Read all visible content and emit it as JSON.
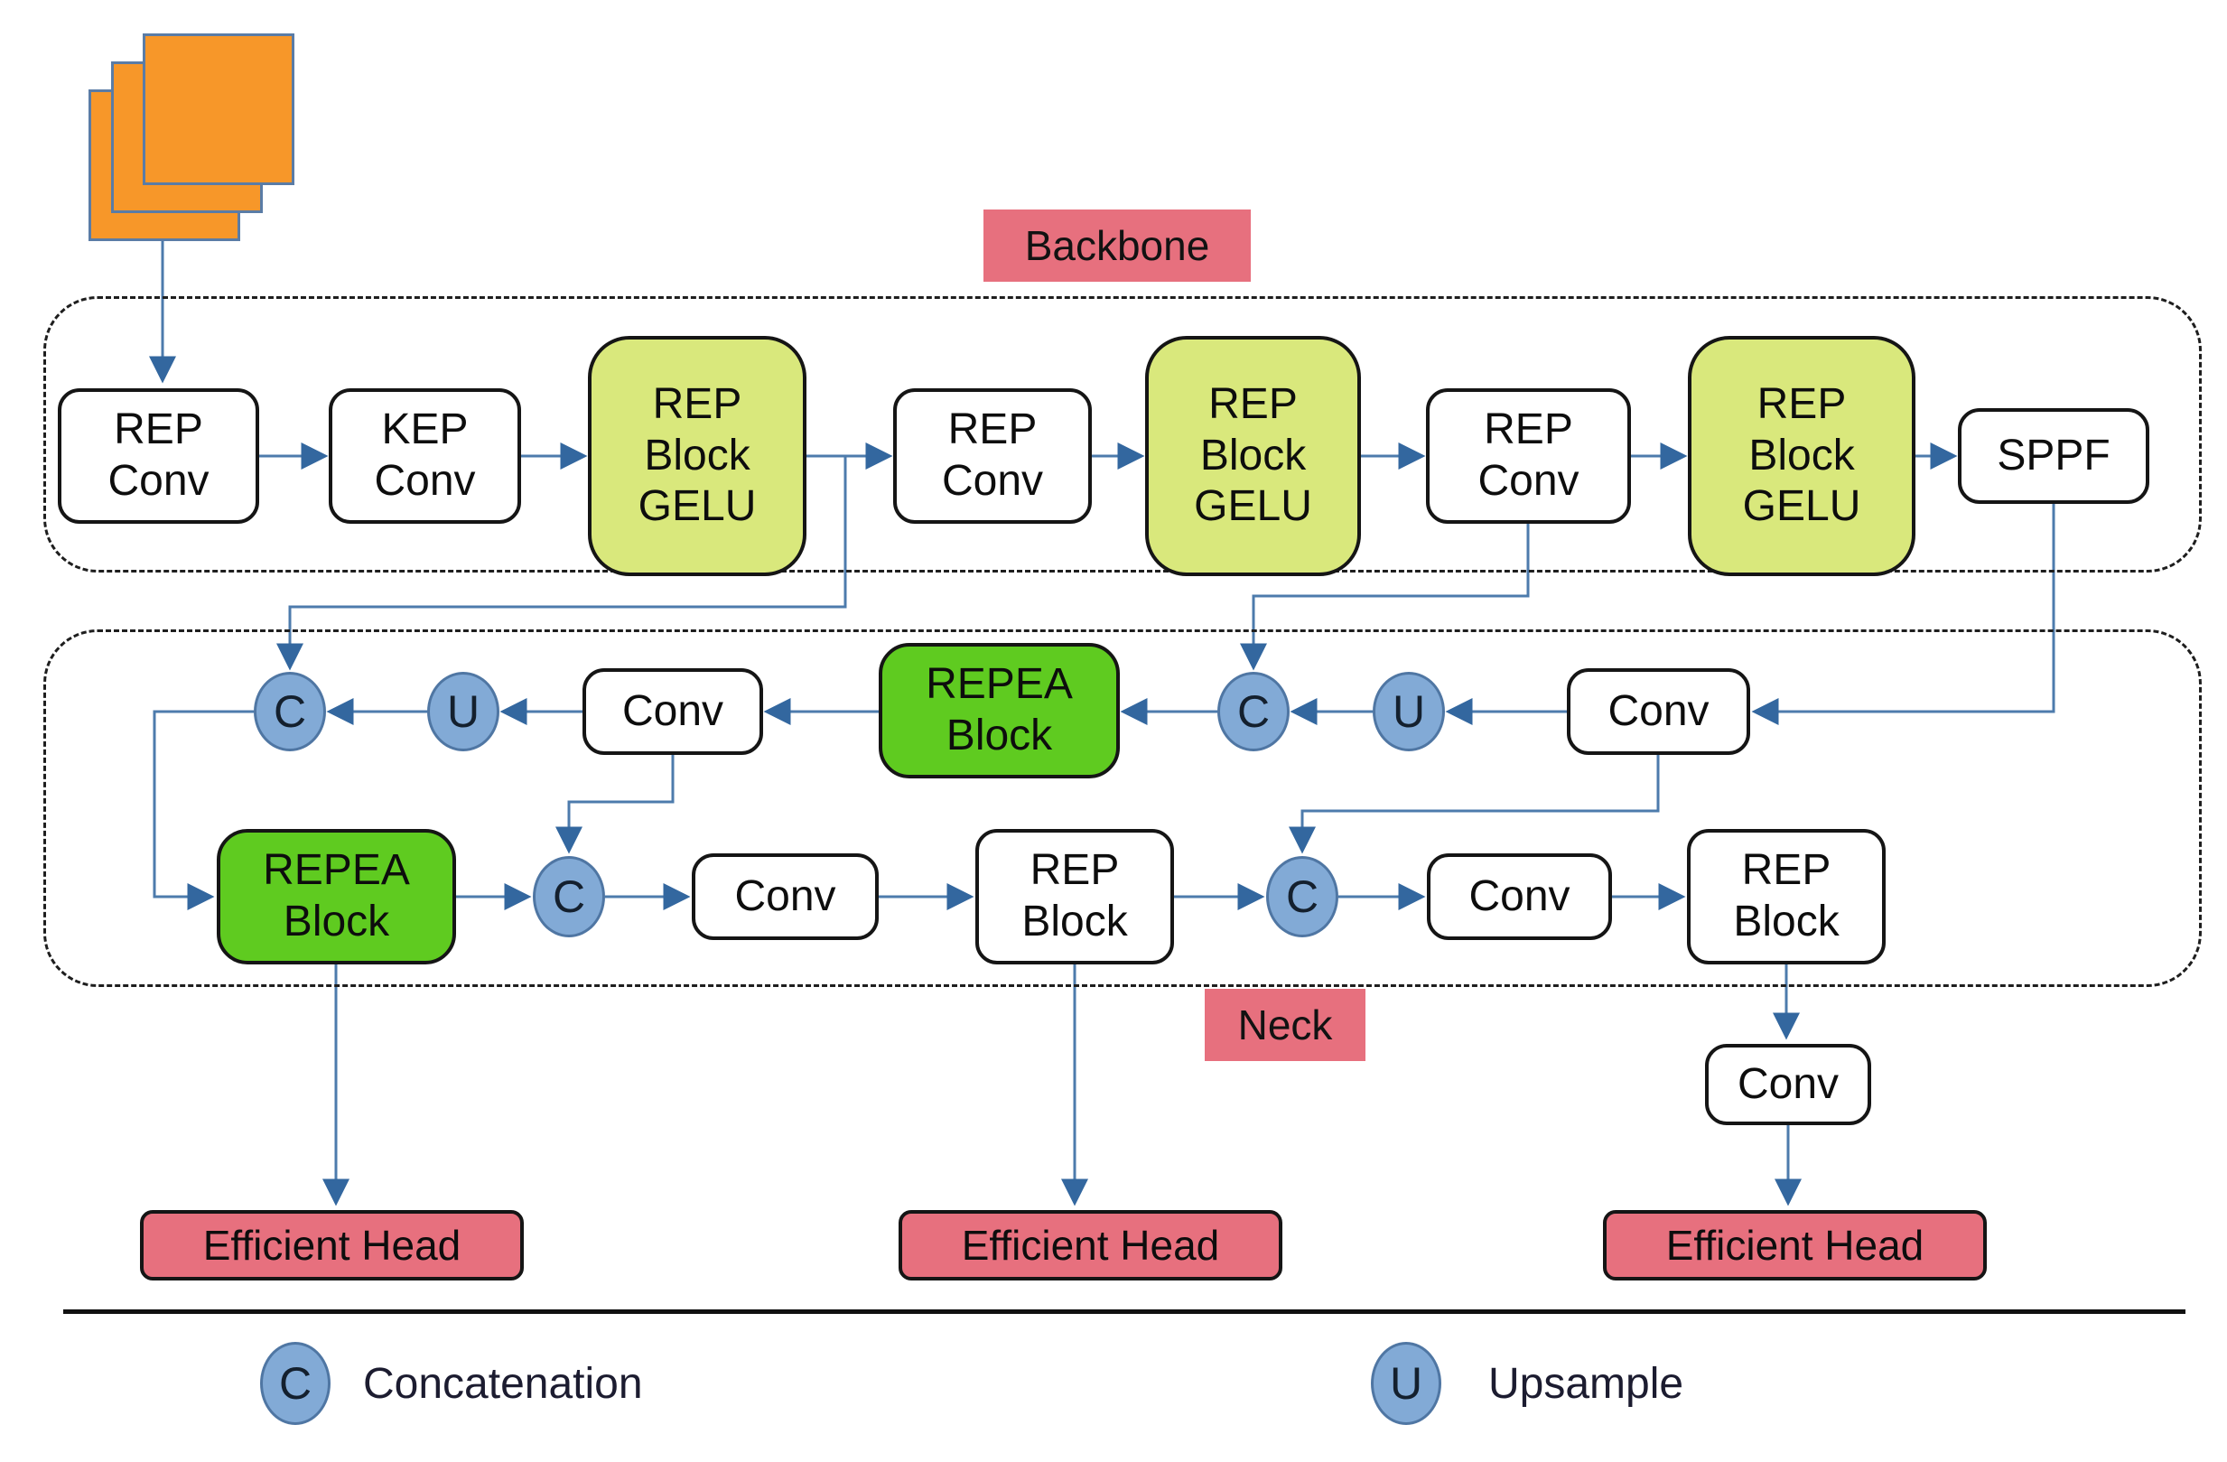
{
  "colors": {
    "orange": "#f79729",
    "gelu_green": "#d9e87c",
    "repea_green": "#5fcb20",
    "circle_blue": "#82aad6",
    "circle_border": "#4f76a3",
    "rose": "#e7707e",
    "wire": "#4d7bac",
    "arrow": "#33679f",
    "border_dark": "#151515"
  },
  "sections": {
    "backbone_label": "Backbone",
    "neck_label": "Neck"
  },
  "backbone": {
    "nodes": [
      {
        "id": "rep-conv-1",
        "label": "REP\nConv"
      },
      {
        "id": "kep-conv",
        "label": "KEP\nConv"
      },
      {
        "id": "rep-block-gelu-1",
        "label": "REP\nBlock\nGELU"
      },
      {
        "id": "rep-conv-2",
        "label": "REP\nConv"
      },
      {
        "id": "rep-block-gelu-2",
        "label": "REP\nBlock\nGELU"
      },
      {
        "id": "rep-conv-3",
        "label": "REP\nConv"
      },
      {
        "id": "rep-block-gelu-3",
        "label": "REP\nBlock\nGELU"
      },
      {
        "id": "sppf",
        "label": "SPPF"
      }
    ]
  },
  "neck": {
    "row1": {
      "c1": "C",
      "u1": "U",
      "conv_left": "Conv",
      "repea": "REPEA\nBlock",
      "c2": "C",
      "u2": "U",
      "conv_right": "Conv"
    },
    "row2": {
      "repea": "REPEA\nBlock",
      "c1": "C",
      "conv_a": "Conv",
      "rep_block_mid": "REP\nBlock",
      "c2": "C",
      "conv_b": "Conv",
      "rep_block_right": "REP\nBlock"
    }
  },
  "head_branch": {
    "conv_label": "Conv"
  },
  "heads": [
    {
      "label": "Efficient Head"
    },
    {
      "label": "Efficient Head"
    },
    {
      "label": "Efficient Head"
    }
  ],
  "legend": {
    "concat_symbol": "C",
    "concat_label": "Concatenation",
    "upsample_symbol": "U",
    "upsample_label": "Upsample"
  }
}
